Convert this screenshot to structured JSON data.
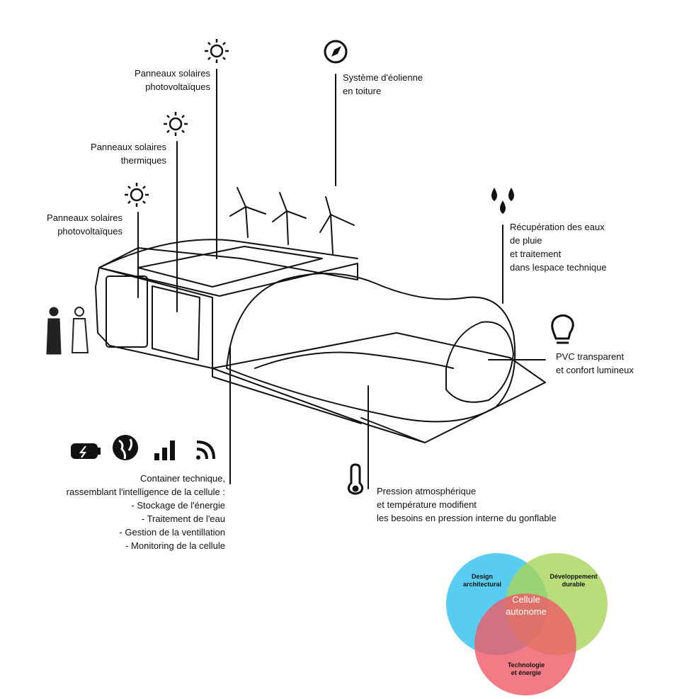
{
  "labels": {
    "pv_top": [
      "Panneaux solaires",
      "photovoltaïques"
    ],
    "thermal": [
      "Panneaux solaires",
      "thermiques"
    ],
    "pv_left": [
      "Panneaux solaires",
      "photovoltaïques"
    ],
    "wind": [
      "Système d'éolienne",
      "en toiture"
    ],
    "rain": [
      "Récupération des eaux",
      " de pluie",
      "et traitement",
      "dans lespace technique"
    ],
    "pvc": [
      "PVC transparent",
      "et confort lumineux"
    ],
    "container": [
      "Container technique,",
      "rassemblant l'intelligence de la cellule :",
      "- Stockage de l'énergie",
      "- Traitement de l'eau",
      "- Gestion de la ventillation",
      "- Monitoring de la cellule"
    ],
    "pressure": [
      "Pression atmosphérique",
      "et température modifient",
      "les besoins en pression interne du gonflable"
    ]
  },
  "venn": {
    "design": [
      "Design",
      "architectural"
    ],
    "dev": [
      "Développement",
      "durable"
    ],
    "tech": [
      "Technologie",
      "et énergie"
    ],
    "center": [
      "Cellule",
      "autonome"
    ],
    "colors": {
      "design": "#3cc4ef",
      "dev": "#a8d45a",
      "tech": "#f05a66"
    }
  },
  "icons": [
    "sun-icon",
    "sun-icon",
    "sun-icon",
    "compass-icon",
    "rain-drops-icon",
    "light-bulb-icon",
    "battery-icon",
    "globe-icon",
    "signal-bars-icon",
    "wifi-icon",
    "thermometer-icon"
  ]
}
